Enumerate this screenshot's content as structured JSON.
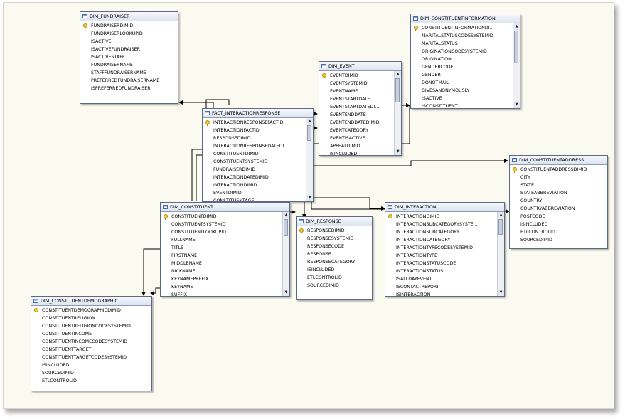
{
  "tables": {
    "dim_fundraiser": {
      "title": "DIM_FUNDRAISER",
      "columns": [
        "FUNDRAISERDIMID",
        "FUNDRAISERLOOKUPID",
        "ISACTIVE",
        "ISACTIVEFUNDRAISER",
        "ISACTIVESTAFF",
        "FUNDRAISERNAME",
        "STAFFFUNDRAISERNAME",
        "PREFERREDFUNDRAISERNAME",
        "ISPREFERREDFUNDRAISER"
      ],
      "key_columns": [
        "FUNDRAISERDIMID"
      ]
    },
    "dim_constituentinformation": {
      "title": "DIM_CONSTITUENTINFORMATION",
      "columns": [
        "CONSTITUENTINFORMATIONDI...",
        "MARITALSTATUSCODESYSTEMID",
        "MARITALSTATUS",
        "ORIGINATIONCODESYSTEMID",
        "ORIGINATION",
        "GENDERCODE",
        "GENDER",
        "DONOTMAIL",
        "GIVESANONYMOUSLY",
        "ISACTIVE",
        "ISCONSTITUENT"
      ],
      "key_columns": [
        "CONSTITUENTINFORMATIONDI..."
      ]
    },
    "dim_event": {
      "title": "DIM_EVENT",
      "columns": [
        "EVENTDIMID",
        "EVENTSYSTEMID",
        "EVENTNAME",
        "EVENTSTARTDATE",
        "EVENTSTARTDATEDI...",
        "EVENTENDDATE",
        "EVENTENDDATEDIMID",
        "EVENTCATEGORY",
        "EVENTISACTIVE",
        "APPEALDIMID",
        "ISINCLUDED"
      ],
      "key_columns": [
        "EVENTDIMID"
      ]
    },
    "fact_interactionresponse": {
      "title": "FACT_INTERACTIONRESPONSE",
      "columns": [
        "INTERACTIONRESPONSEFACTID",
        "INTERACTIONFACTID",
        "RESPONSEDIMID",
        "INTERACTIONRESPONSEDATEDI...",
        "CONSTITUENTDIMID",
        "CONSTITUENTSYSTEMID",
        "FUNDRAISERDIMID",
        "INTERACTIONDATEDIMID",
        "INTERACTIONDIMID",
        "EVENTDIMID",
        "CONSTITUENTAGE"
      ],
      "key_columns": [
        "INTERACTIONRESPONSEFACTID"
      ]
    },
    "dim_constituentaddress": {
      "title": "DIM_CONSTITUENTADDRESS",
      "columns": [
        "CONSTITUENTADDRESSDIMID",
        "CITY",
        "STATE",
        "STATEABBREVIATION",
        "COUNTRY",
        "COUNTRYABBREVIATION",
        "POSTCODE",
        "ISINCLUDED",
        "ETLCONTROLID",
        "SOURCEDIMID"
      ],
      "key_columns": [
        "CONSTITUENTADDRESSDIMID"
      ]
    },
    "dim_constituent": {
      "title": "DIM_CONSTITUENT",
      "columns": [
        "CONSTITUENTDIMID",
        "CONSTITUENTSYSTEMID",
        "CONSTITUENTLOOKUPID",
        "FULLNAME",
        "TITLE",
        "FIRSTNAME",
        "MIDDLENAME",
        "NICKNAME",
        "KEYNAMEPREFIX",
        "KEYNAME",
        "SUFFIX"
      ],
      "key_columns": [
        "CONSTITUENTDIMID"
      ]
    },
    "dim_response": {
      "title": "DIM_RESPONSE",
      "columns": [
        "RESPONSEDIMID",
        "RESPONSESYSTEMID",
        "RESPONSECODE",
        "RESPONSE",
        "RESPONSECATEGORY",
        "ISINCLUDED",
        "ETLCONTROLID",
        "SOURCEDIMID"
      ],
      "key_columns": [
        "RESPONSEDIMID"
      ]
    },
    "dim_interaction": {
      "title": "DIM_INTERACTION",
      "columns": [
        "INTERACTIONDIMID",
        "INTERACTIONSUBCATEGORYSYSTE...",
        "INTERACTIONSUBCATEGORY",
        "INTERACTIONCATEGORY",
        "INTERACTIONTYPECODESYSTEMID",
        "INTERACTIONTYPE",
        "INTERACTIONSTATUSCODE",
        "INTERACTIONSTATUS",
        "ISALLDAYEVENT",
        "ISCONTACTREPORT",
        "ISINTERACTION"
      ],
      "key_columns": [
        "INTERACTIONDIMID"
      ]
    },
    "dim_constituentdemographic": {
      "title": "DIM_CONSTITUENTDEMOGRAPHIC",
      "columns": [
        "CONSTITUENTDEMOGRAPHICDIMID",
        "CONSTITUENTRELIGION",
        "CONSTITUENTRELIGIONCODESYSTEMID",
        "CONSTITUENTINCOME",
        "CONSTITUENTINCOMECODESYSTEMID",
        "CONSTITUENTTARGET",
        "CONSTITUENTTARGETCODESYSTEMID",
        "ISINCLUDED",
        "SOURCEDIMID",
        "ETLCONTROLID"
      ],
      "key_columns": [
        "CONSTITUENTDEMOGRAPHICDIMID"
      ]
    }
  },
  "colors": {
    "canvas": "#fbfaf1",
    "connector": "#000000",
    "header": "#dde4ef",
    "key": "#f4cf3a"
  },
  "icons": {
    "table": "table-icon",
    "key": "key-icon",
    "scroll_up": "scroll-up-icon",
    "scroll_down": "scroll-down-icon"
  }
}
